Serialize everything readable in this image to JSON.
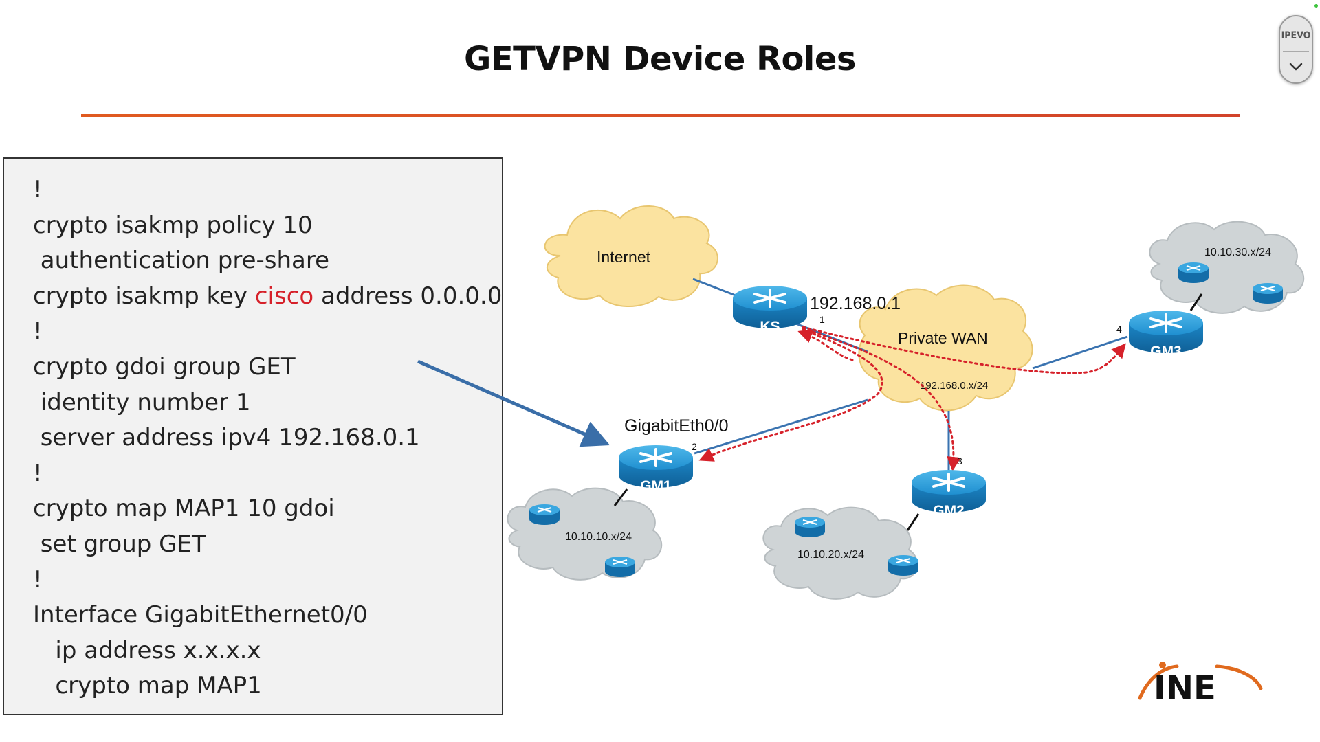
{
  "slide": {
    "title": "GETVPN Device Roles"
  },
  "config": {
    "lines": [
      "!",
      "crypto isakmp policy 10",
      " authentication pre-share",
      "crypto isakmp key ",
      "!",
      "crypto gdoi group GET",
      " identity number 1",
      " server address ipv4 192.168.0.1",
      "!",
      "crypto map MAP1 10 gdoi",
      " set group GET",
      "!",
      "Interface GigabitEthernet0/0",
      "   ip address x.x.x.x",
      "   crypto map MAP1"
    ],
    "key_word": "cisco",
    "key_suffix": " address 0.0.0.0",
    "highlight_color": "#d6212a"
  },
  "diagram": {
    "clouds": {
      "internet": "Internet",
      "wan": "Private WAN",
      "wan_subnet": "192.168.0.x/24",
      "gm1_lan": "10.10.10.x/24",
      "gm2_lan": "10.10.20.x/24",
      "gm3_lan": "10.10.30.x/24"
    },
    "routers": {
      "ks": "KS",
      "gm1": "GM1",
      "gm2": "GM2",
      "gm3": "GM3"
    },
    "labels": {
      "ks_ip": "192.168.0.1",
      "gm1_interface": "GigabitEth0/0",
      "step1": "1",
      "step2": "2",
      "step3": "3",
      "step4": "4"
    },
    "colors": {
      "router": "#1c8fd0",
      "internet_cloud": "#fbe3a0",
      "lan_cloud": "#cfd4d6",
      "link": "#3a73b0",
      "flow": "#d6212a",
      "arrow": "#3a6ea8"
    }
  },
  "overlay": {
    "ipevo_label": "IPEVO",
    "ipevo_icon": "chevron-down-icon"
  },
  "brand": {
    "name": "INE"
  }
}
